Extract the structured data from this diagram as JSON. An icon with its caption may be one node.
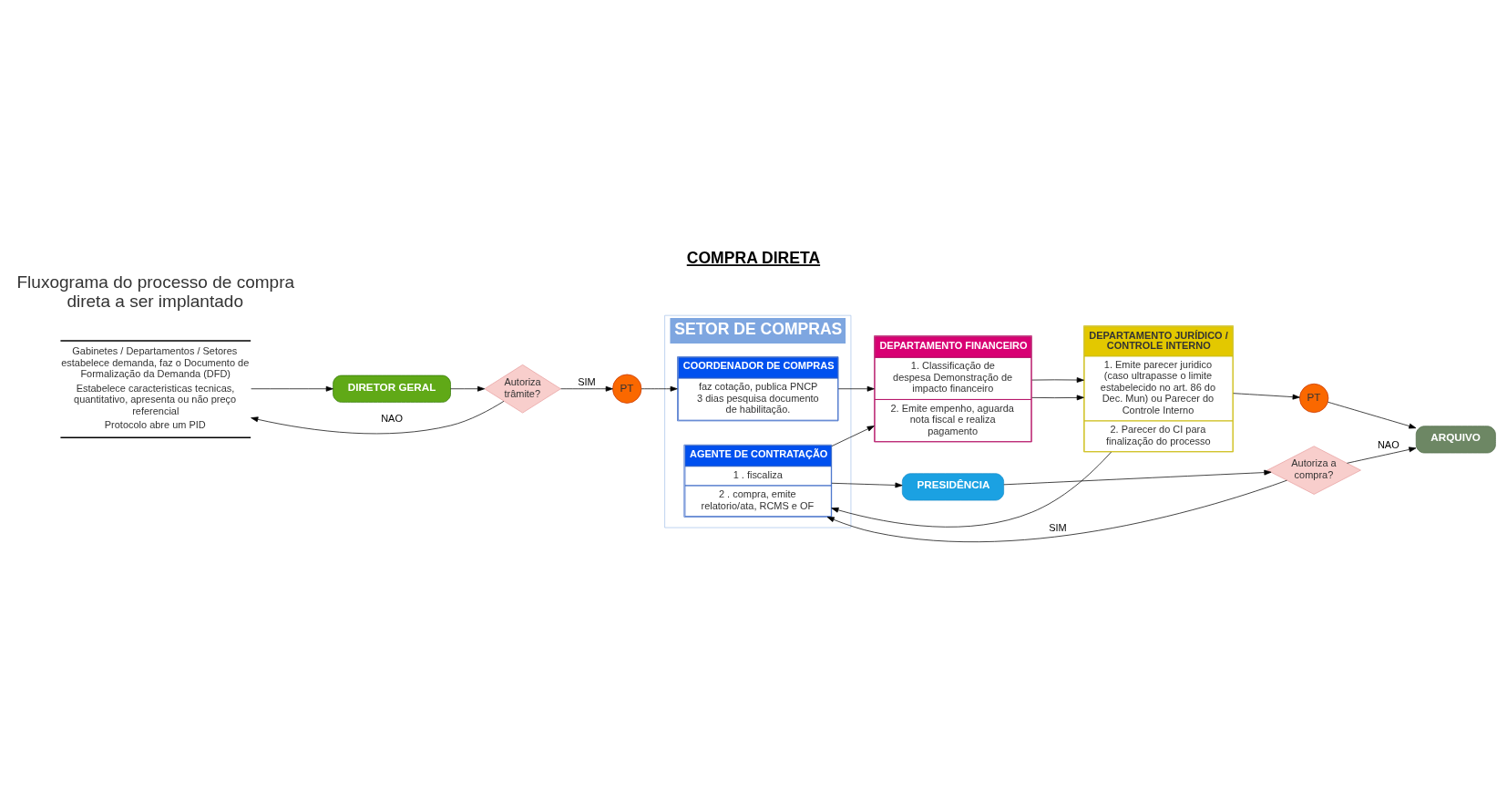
{
  "diagram": {
    "title": "COMPRA DIRETA",
    "nodes": [
      {
        "text": [
          "Gabinetes / Departamentos / Setores estabelece demanda, faz o Documento de Formalização da Demanda (DFD)",
          "Estabelece caracteristicas tecnicas, quantitativo, apresenta ou não preço referencial",
          "Protocolo abre um PID"
        ]
      },
      {
        "text": [
          "DIRETOR GERAL"
        ]
      },
      {
        "text": [
          "Autoriza trâmite?"
        ]
      },
      {
        "text": [
          "PT"
        ]
      },
      {
        "text": [
          "SETOR DE COMPRAS"
        ]
      },
      {
        "text": [
          "COORDENADOR DE COMPRAS",
          "faz cotação, publica PNCP 3 dias pesquisa documento de habilitação."
        ],
        "in": 4
      },
      {
        "text": [
          "AGENTE DE CONTRATAÇÃO",
          "1 . fiscaliza",
          "2 . compra, emite relatorio/ata, RCMS e OF"
        ],
        "in": 4
      },
      {
        "text": [
          "DEPARTAMENTO FINANCEIRO",
          "1. Classificação de despesa Demonstração de impacto financeiro",
          "2. Emite empenho, aguarda nota fiscal e realiza pagamento"
        ]
      },
      {
        "text": [
          "DEPARTAMENTO JURÍDICO / CONTROLE INTERNO",
          "1. Emite parecer juridico (caso ultrapasse o limite estabelecido no art. 86 do Dec. Mun) ou Parecer do Controle Interno",
          "2. Parecer do CI para finalização do processo"
        ]
      },
      {
        "text": [
          "PRESIDÊNCIA"
        ]
      },
      {
        "text": [
          "Autoriza a compra?"
        ]
      },
      {
        "text": [
          "ARQUIVO"
        ]
      },
      {
        "text": [
          "PT"
        ]
      }
    ],
    "edges": [
      {
        "from": 0,
        "to": 1,
        "arrow": "to"
      },
      {
        "from": 1,
        "to": 2,
        "arrow": "to"
      },
      {
        "from": 2,
        "to": 0,
        "arrow": "to",
        "label": "NAO"
      },
      {
        "from": 2,
        "to": 3,
        "arrow": "to",
        "label": "SIM"
      },
      {
        "from": 3,
        "to": 5,
        "arrow": "to"
      },
      {
        "from": 5,
        "to": 7,
        "arrow": "to"
      },
      {
        "from": 7,
        "to": 8,
        "arrow": "to"
      },
      {
        "from": 7,
        "to": 8,
        "arrow": "to"
      },
      {
        "from": 8,
        "to": 6,
        "arrow": "to"
      },
      {
        "from": 8,
        "to": 12,
        "arrow": "to"
      },
      {
        "from": 6,
        "to": 9,
        "arrow": "to"
      },
      {
        "from": 9,
        "to": 10,
        "arrow": "to"
      },
      {
        "from": 10,
        "to": 6,
        "arrow": "to",
        "label": "SIM"
      },
      {
        "from": 10,
        "to": 11,
        "arrow": "to",
        "label": "NAO"
      },
      {
        "from": 6,
        "to": 7,
        "arrow": "to"
      },
      {
        "from": 12,
        "to": 11,
        "arrow": "to"
      }
    ],
    "labels": [
      "Fluxograma do processo de compra direta a ser implantado"
    ]
  }
}
